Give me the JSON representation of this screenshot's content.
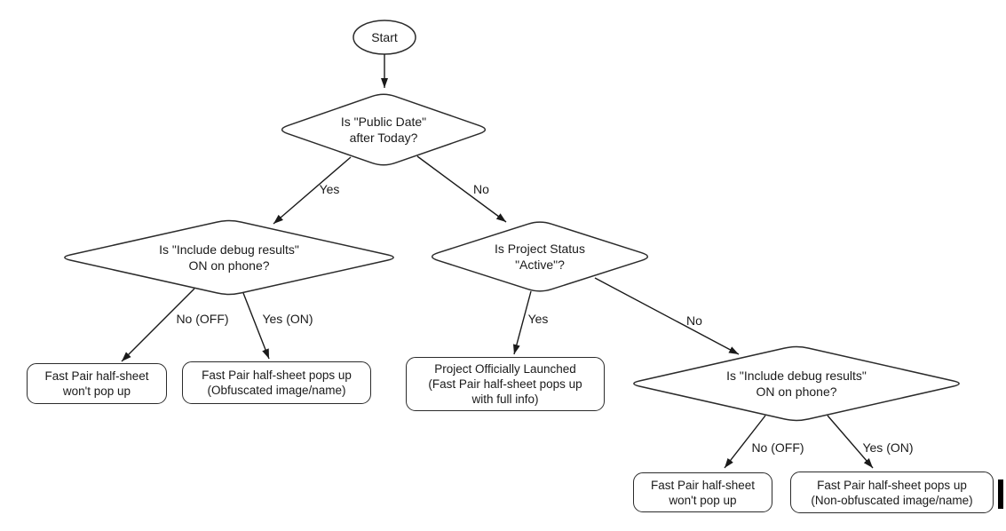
{
  "flowchart": {
    "nodes": {
      "start": {
        "label": "Start"
      },
      "decision_public_date": {
        "label": "Is \"Public Date\"\nafter Today?"
      },
      "decision_debug_left": {
        "label": "Is \"Include debug results\"\nON on phone?"
      },
      "decision_project_status": {
        "label": "Is Project Status\n\"Active\"?"
      },
      "decision_debug_right": {
        "label": "Is \"Include debug results\"\nON on phone?"
      },
      "result_no_popup_left": {
        "label": "Fast Pair half-sheet\nwon't pop up"
      },
      "result_obfuscated": {
        "label": "Fast Pair half-sheet pops up\n(Obfuscated image/name)"
      },
      "result_launched": {
        "label": "Project Officially Launched\n(Fast Pair half-sheet pops up\nwith full info)"
      },
      "result_no_popup_right": {
        "label": "Fast Pair half-sheet\nwon't pop up"
      },
      "result_non_obfuscated": {
        "label": "Fast Pair half-sheet pops up\n(Non-obfuscated image/name)"
      }
    },
    "edge_labels": {
      "public_date_yes": "Yes",
      "public_date_no": "No",
      "debug_left_no": "No (OFF)",
      "debug_left_yes": "Yes (ON)",
      "status_yes": "Yes",
      "status_no": "No",
      "debug_right_no": "No (OFF)",
      "debug_right_yes": "Yes (ON)"
    },
    "colors": {
      "stroke": "#2b2b2b",
      "text": "#1a1a1a",
      "background": "#ffffff"
    }
  }
}
